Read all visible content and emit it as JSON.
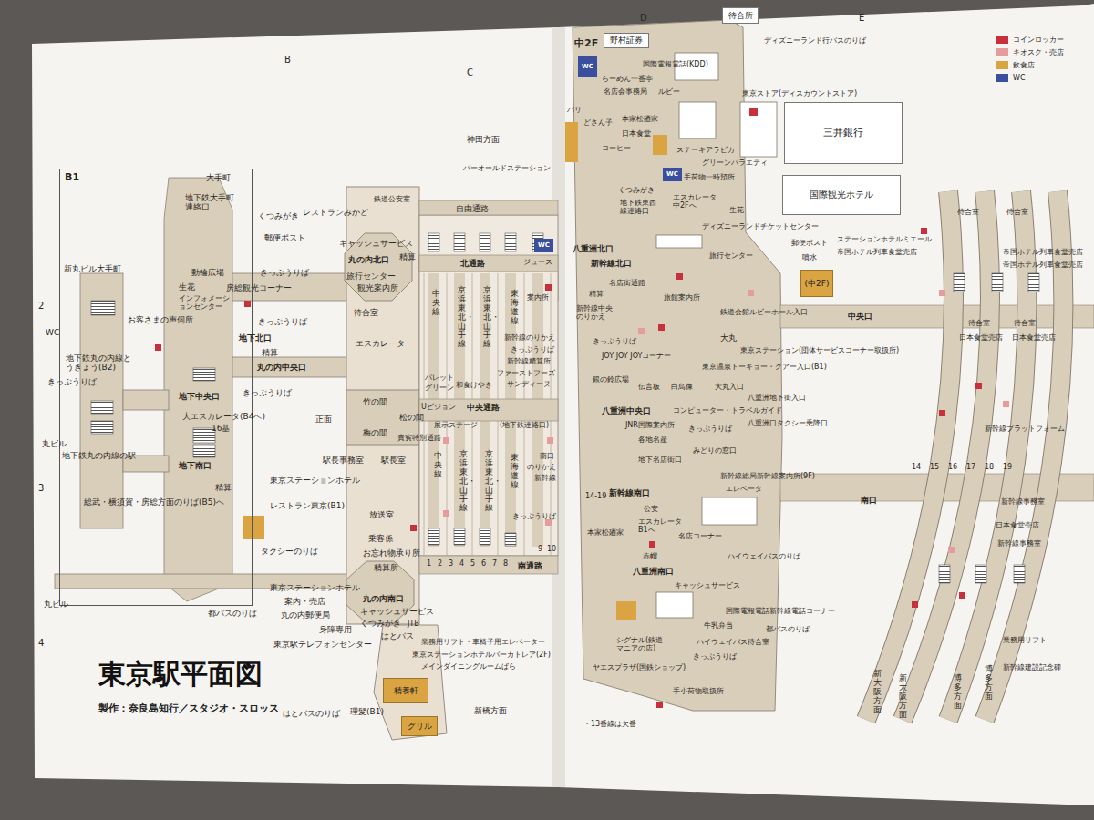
{
  "diagram": {
    "title": "東京駅平面図",
    "caption": "製作：奈良島知行／スタジオ・スロッス",
    "nodes": [
      {
        "text": [
          "B1"
        ]
      },
      {
        "text": [
          "待合所"
        ]
      },
      {
        "text": [
          "野村証券"
        ]
      },
      {
        "text": [
          "WC"
        ]
      },
      {
        "text": [
          "三井銀行"
        ]
      },
      {
        "text": [
          "国際観光ホテル"
        ]
      },
      {
        "text": [
          "WC"
        ]
      },
      {
        "text": [
          "WC"
        ]
      },
      {
        "text": [
          "(中2F)"
        ]
      },
      {
        "text": [
          "精養軒"
        ]
      },
      {
        "text": [
          "グリル"
        ]
      }
    ],
    "labels": [
      "B",
      "C",
      "D",
      "E",
      "2",
      "3",
      "4",
      "大手町",
      "地下鉄大手町連絡口",
      "くつみがき",
      "レストランみかど",
      "鉄道公安室",
      "郵便ポスト",
      "キャッシュサービス",
      "精算",
      "丸の内北口",
      "旅行センター",
      "観光案内所",
      "新丸ビル大手町",
      "動輪広場",
      "生花",
      "房総観光コーナー",
      "インフォメーションセンター",
      "お客さまの声伺所",
      "WC",
      "きっぷうりば",
      "きっぷうりば",
      "待合室",
      "地下北口",
      "精算",
      "エスカレータ",
      "地下鉄丸の内線とうきょう(B2)",
      "きっぷうりば",
      "丸の内中央口",
      "地下中央口",
      "きっぷうりば",
      "大エスカレータ(B4へ)",
      "16基",
      "丸ビル",
      "地下鉄丸の内線の駅",
      "正面",
      "竹の間",
      "松の間",
      "梅の間",
      "駅長事務室",
      "駅長室",
      "東京ステーションホテル",
      "地下南口",
      "精算",
      "総武・横須賀・房総方面のりば(B5)へ",
      "レストラン東京(B1)",
      "放送室",
      "乗客係",
      "お忘れ物承り所",
      "タクシーのりば",
      "精算所",
      "東京ステーションホテル",
      "丸の内南口",
      "案内・売店",
      "キャッシュサービス",
      "丸の内郵便局",
      "くつみがき",
      "JTB",
      "身障専用",
      "はとバス",
      "東京駅テレフォンセンター",
      "業務用リフト・車椅子用エレベーター",
      "丸ビル",
      "都バスのりば",
      "東京ステーションホテルバーカトレア(2F)",
      "メインダイニングルームばら",
      "理髪(B1)",
      "はとバスのりば",
      "新橋方面",
      "神田方面",
      "バーオールドステーション",
      "自由通路",
      "北通路",
      "ジュース",
      "中央線",
      "京浜東北・山手線",
      "京浜東北・山手線",
      "東海道線",
      "案内所",
      "新幹線のりかえ",
      "きっぷうりば",
      "新幹線精算所",
      "パレット",
      "グリーン",
      "和食けやき",
      "ファーストフーズ",
      "サンディーヌ",
      "Uビジョン",
      "中央通路",
      "展示ステージ",
      "(地下鉄連絡口)",
      "貴賓特別通路",
      "中央線",
      "京浜東北・山手線",
      "京浜東北・山手線",
      "東海道線",
      "南口",
      "のりかえ",
      "新幹線",
      "きっぷうりば",
      "1",
      "2",
      "3",
      "4",
      "5",
      "6",
      "7",
      "8",
      "9",
      "10",
      "南通路",
      "中2F",
      "ディズニーランド行バスのりば",
      "らーめん一番亭",
      "国際電報電話(KDD)",
      "名店会事務局",
      "ルビー",
      "東京ストア(ディスカウントストア)",
      "パリ",
      "どさん子",
      "本家松廼家",
      "日本食堂",
      "コーヒー",
      "ステーキアラビカ",
      "グリーンバラエティ",
      "手荷物一時預所",
      "くつみがき",
      "地下鉄東西線連絡口",
      "エスカレータ中2Fへ",
      "生花",
      "ディズニーランドチケットセンター",
      "郵便ポスト",
      "ステーションホテルミエール",
      "帝国ホテル列車食堂売店",
      "噴水",
      "八重洲北口",
      "新幹線北口",
      "旅行センター",
      "名店街通路",
      "精算",
      "新幹線中央のりかえ",
      "旅館案内所",
      "鉄道会館ルビーホール入口",
      "中央口",
      "大丸",
      "きっぷうりば",
      "JOY JOY JOYコーナー",
      "東京ステーション(団体サービスコーナー取扱所)",
      "東京温泉トーキョー・クアー入口(B1)",
      "銀の鈴広場",
      "伝言板",
      "白鳥像",
      "大丸入口",
      "八重洲地下街入口",
      "八重洲中央口",
      "コンピューター・トラベルガイド",
      "JNR国際案内所",
      "きっぷうりば",
      "八重洲口タクシー乗降口",
      "各地名産",
      "みどりの窓口",
      "地下名店街口",
      "14-19",
      "新幹線南口",
      "新幹線総局新幹線案内所(9F)",
      "エレベータ",
      "公安",
      "エスカレータB1へ",
      "本家松廼家",
      "名店コーナー",
      "赤帽",
      "八重洲南口",
      "ハイウェイバスのりば",
      "キャッシュサービス",
      "国際電報電話新幹線電話コーナー",
      "牛乳弁当",
      "都バスのりば",
      "シグナル(鉄道マニアの店)",
      "ハイウェイバス待合室",
      "ヤエスプラザ(国鉄ショップ)",
      "きっぷうりば",
      "手小荷物取扱所",
      "・13番線は欠番",
      "新幹線プラットフォーム",
      "南口",
      "14",
      "15",
      "16",
      "17",
      "18",
      "19",
      "待合室",
      "待合室",
      "待合室",
      "待合室",
      "帝国ホテル列車食堂売店",
      "帝国ホテル列車食堂売店",
      "日本食堂売店",
      "日本食堂売店",
      "新幹線事務室",
      "日本食堂売店",
      "新幹線事務室",
      "業務用リフト",
      "新幹線建設記念碑",
      "新大阪方面",
      "新大阪方面",
      "博多方面",
      "博多方面"
    ],
    "legend": [
      {
        "text": "コインロッカー",
        "color": "#c8313c"
      },
      {
        "text": "キオスク・売店",
        "color": "#e79c9c"
      },
      {
        "text": "飲食店",
        "color": "#d9a441"
      },
      {
        "text": "WC",
        "color": "#3a4f9e"
      }
    ]
  }
}
